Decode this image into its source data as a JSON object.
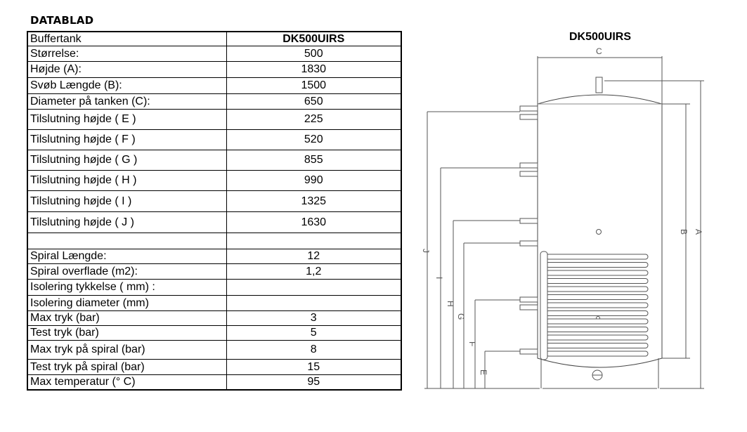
{
  "heading": "DATABLAD",
  "table": {
    "rows": [
      {
        "label": "Buffertank",
        "value": "DK500UIRS"
      },
      {
        "label": "Størrelse:",
        "value": "500"
      },
      {
        "label": "Højde (A):",
        "value": "1830"
      },
      {
        "label": "Svøb Længde (B):",
        "value": "1500"
      },
      {
        "label": "Diameter på tanken (C):",
        "value": "650"
      },
      {
        "label": "Tilslutning højde ( E )",
        "value": "225"
      },
      {
        "label": "Tilslutning højde ( F )",
        "value": "520"
      },
      {
        "label": "Tilslutning højde ( G )",
        "value": "855"
      },
      {
        "label": "Tilslutning højde ( H )",
        "value": "990"
      },
      {
        "label": "Tilslutning højde ( I )",
        "value": "1325"
      },
      {
        "label": "Tilslutning højde ( J )",
        "value": "1630"
      },
      {
        "label": "",
        "value": ""
      },
      {
        "label": "Spiral Længde:",
        "value": "12"
      },
      {
        "label": "Spiral overflade (m2):",
        "value": "1,2"
      },
      {
        "label": "Isolering tykkelse ( mm) :",
        "value": ""
      },
      {
        "label": "Isolering diameter (mm)",
        "value": ""
      },
      {
        "label": "Max tryk (bar)",
        "value": "3"
      },
      {
        "label": "Test tryk (bar)",
        "value": "5"
      },
      {
        "label": "Max tryk på spiral (bar)",
        "value": "8"
      },
      {
        "label": "Test tryk på spiral (bar)",
        "value": "15"
      },
      {
        "label": "Max temperatur (° C)",
        "value": "95"
      }
    ]
  },
  "diagram": {
    "title": "DK500UIRS",
    "labels": {
      "a": "A",
      "b": "B",
      "c": "C",
      "e": "E",
      "f": "F",
      "g": "G",
      "h": "H",
      "i": "I",
      "j": "J"
    }
  }
}
